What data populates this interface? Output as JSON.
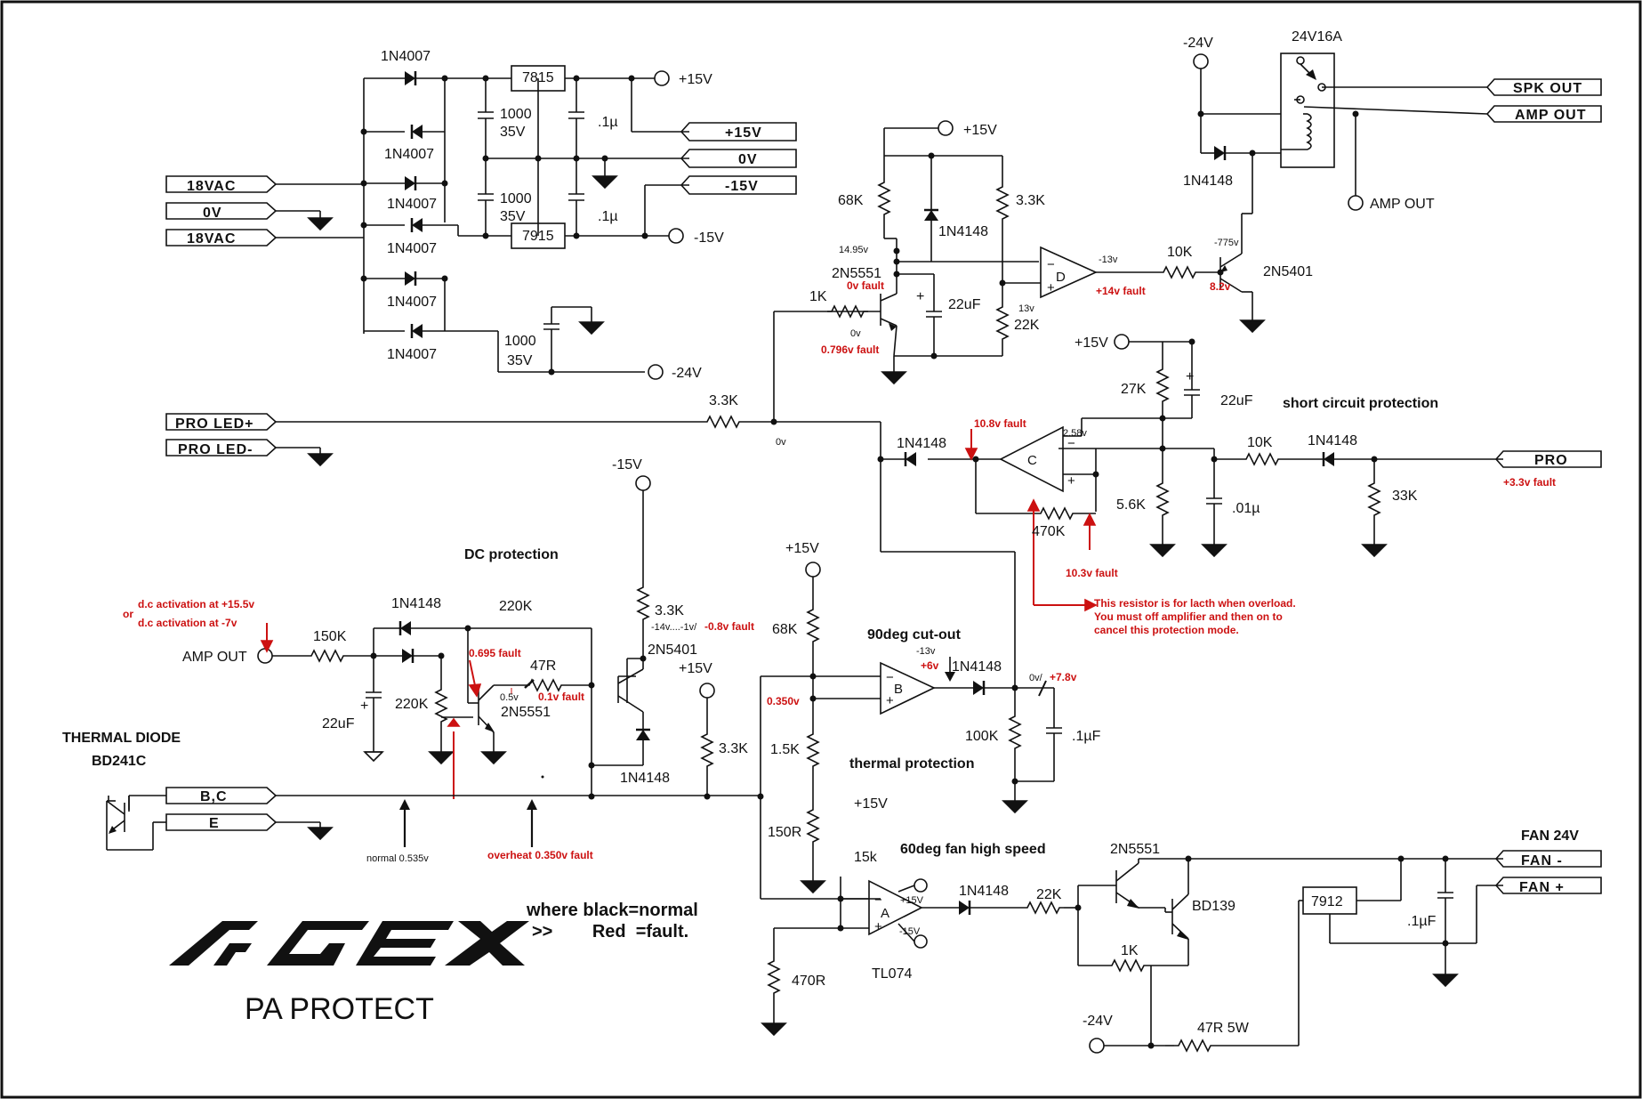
{
  "document": {
    "logo_text": "APEX",
    "title": "PA PROTECT",
    "legend_line1": "where black=normal",
    "legend_line2": ">>        Red  =fault."
  },
  "sections": {
    "dc_protection": "DC protection",
    "short_circuit": "short circuit protection",
    "thermal_protection": "thermal protection",
    "cutout": "90deg cut-out",
    "fan_high": "60deg fan high speed",
    "thermal_diode": "THERMAL DIODE",
    "thermal_part": "BD241C"
  },
  "terminals": {
    "ac1": "18VAC",
    "ac0": "0V",
    "ac2": "18VAC",
    "p15": "+15V",
    "zero": "0V",
    "m15": "-15V",
    "spk_out": "SPK OUT",
    "amp_out": "AMP OUT",
    "pro_led_p": "PRO LED+",
    "pro_led_m": "PRO LED-",
    "pro": "PRO",
    "bc": "B,C",
    "e": "E",
    "fan_m": "FAN  -",
    "fan_p": "FAN +",
    "fan_title": "FAN 24V"
  },
  "rails": {
    "p15": "+15V",
    "m15": "-15V",
    "m24": "-24V"
  },
  "components": {
    "d1n4007": "1N4007",
    "reg7815": "7815",
    "reg7915": "7915",
    "reg7912": "7912",
    "c1000": "1000",
    "c35v": "35V",
    "c01u": ".1µ",
    "relay": "24V16A",
    "d1n4148": "1N4148",
    "amp_out_lbl": "AMP OUT",
    "r68k": "68K",
    "r33k": "3.3K",
    "r22k": "22K",
    "r10k": "10K",
    "r1k": "1K",
    "q2n5551": "2N5551",
    "q2n5401": "2N5401",
    "qbd139": "BD139",
    "c22uf": "22uF",
    "r27k": "27K",
    "r56k": "5.6K",
    "c01": ".01µ",
    "r33kb": "33K",
    "r470k": "470K",
    "r150k": "150K",
    "r220k": "220K",
    "r47r": "47R",
    "c22ufb": "22uF",
    "r100k": "100K",
    "c01uf": ".1µF",
    "r15k": "1.5K",
    "r150r": "150R",
    "r15kb": "15k",
    "r470r": "470R",
    "tl074": "TL074",
    "r47r5w": "47R 5W",
    "r22kb": "22K",
    "op_a": "A",
    "op_b": "B",
    "op_c": "C",
    "op_d": "D",
    "op_sup_p": "+15V",
    "op_sup_m": "-15V",
    "minus": "−",
    "plus": "+"
  },
  "annotations": {
    "v1495": "14.95v",
    "m13v": "-13v",
    "p14fault": "+14v fault",
    "m775v": "-775v",
    "v82": "8.2v",
    "v0fault": "0v fault",
    "v0": "0v",
    "v0796": "0.796v fault",
    "v13": "13v",
    "v0b": "0v",
    "v108": "10.8v fault",
    "v258": "2.58v",
    "v103": "10.3v fault",
    "p33fault": "+3.3v fault",
    "latch1": "This resistor is for lacth when overload.",
    "latch2": "You must off amplifier and then on to",
    "latch3": "cancel  this protection mode.",
    "dca1": "d.c activation at +15.5v",
    "or": "or",
    "dca2": "d.c activation at -7v",
    "v0695": "0.695 fault",
    "v05": "0.5v",
    "v01": "0.1v fault",
    "m14v": "-14v....-1v/",
    "m08": "-0.8v fault",
    "m13b": "-13v",
    "p6v": "+6v",
    "v0350": "0.350v",
    "v0p78a": "0v/",
    "v0p78b": "+7.8v",
    "normal": "normal 0.535v",
    "overheat": "overheat 0.350v  fault"
  }
}
